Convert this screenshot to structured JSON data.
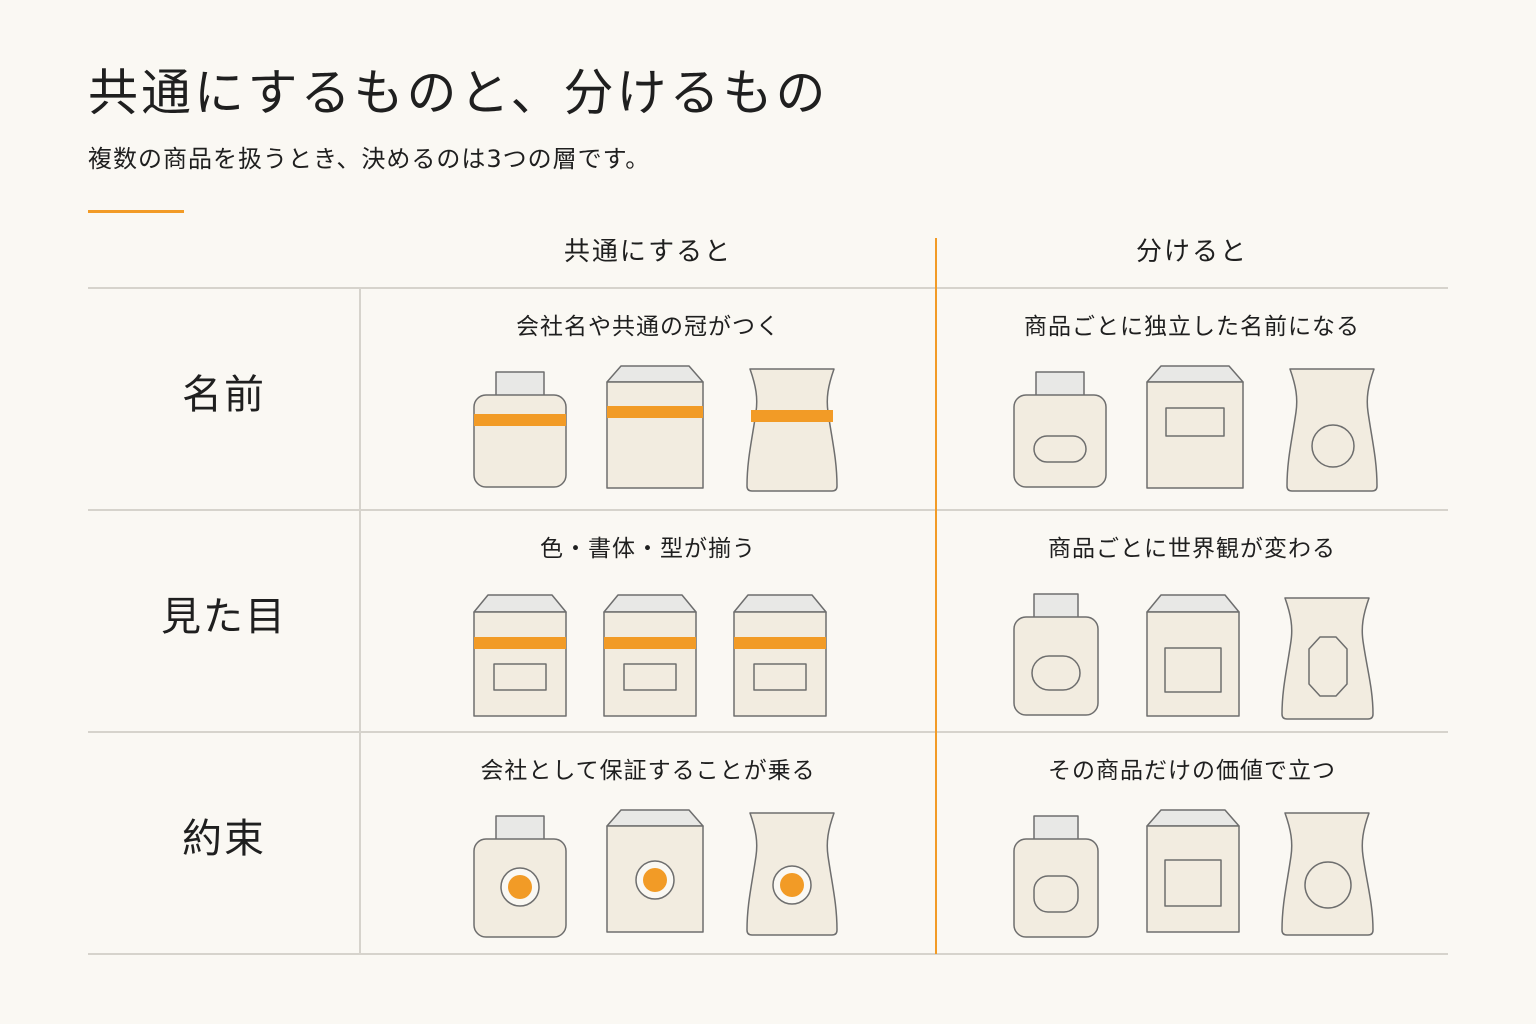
{
  "title": "共通にするものと、分けるもの",
  "subtitle": "複数の商品を扱うとき、決めるのは3つの層です。",
  "columns": {
    "shared": "共通にすると",
    "separate": "分けると"
  },
  "rows": [
    {
      "label": "名前",
      "shared_caption": "会社名や共通の冠がつく",
      "separate_caption": "商品ごとに独立した名前になる"
    },
    {
      "label": "見た目",
      "shared_caption": "色・書体・型が揃う",
      "separate_caption": "商品ごとに世界観が変わる"
    },
    {
      "label": "約束",
      "shared_caption": "会社として保証することが乗る",
      "separate_caption": "その商品だけの価値で立つ"
    }
  ],
  "colors": {
    "accent": "#f29b26",
    "package_fill": "#f2ece0",
    "cap_fill": "#e8e8e6",
    "outline": "#6e6e6e",
    "rule": "#d6d3cc",
    "background": "#faf8f3"
  }
}
